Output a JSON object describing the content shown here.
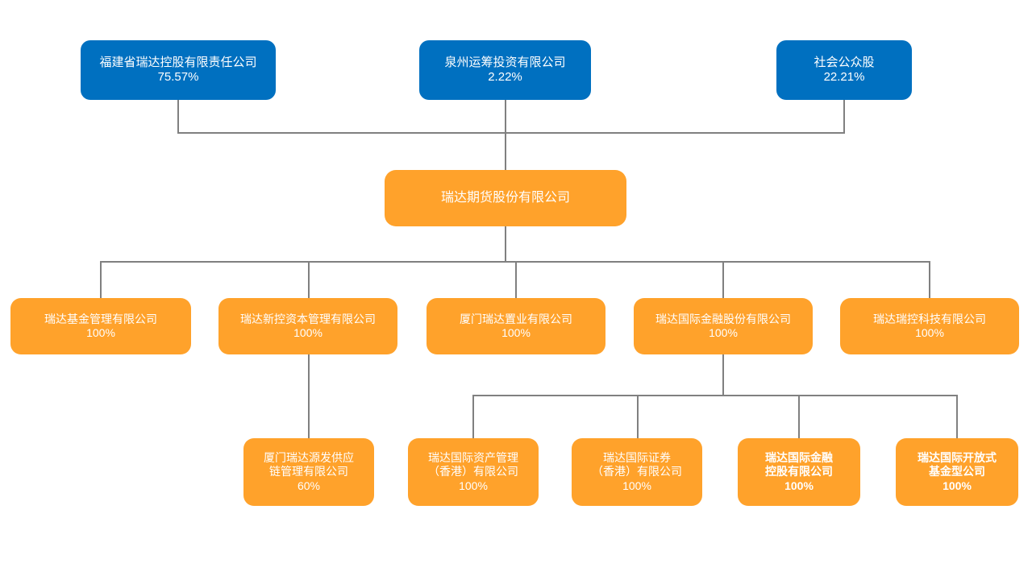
{
  "chart_data": {
    "type": "diagram",
    "title": "",
    "diagram_kind": "organization-ownership-chart",
    "colors": {
      "shareholder_fill": "#0070C0",
      "company_fill": "#FFA22B",
      "connector": "#808080",
      "text": "#FFFFFF",
      "background": "#FFFFFF"
    },
    "levels": [
      {
        "level": 1,
        "role": "shareholders",
        "nodes": [
          {
            "id": "sh1",
            "name": "福建省瑞达控股有限责任公司",
            "percent": "75.57%"
          },
          {
            "id": "sh2",
            "name": "泉州运筹投资有限公司",
            "percent": "2.22%"
          },
          {
            "id": "sh3",
            "name": "社会公众股",
            "percent": "22.21%"
          }
        ]
      },
      {
        "level": 2,
        "role": "parent-company",
        "nodes": [
          {
            "id": "root",
            "name": "瑞达期货股份有限公司",
            "percent": ""
          }
        ]
      },
      {
        "level": 3,
        "role": "subsidiaries",
        "nodes": [
          {
            "id": "s1",
            "name": "瑞达基金管理有限公司",
            "percent": "100%"
          },
          {
            "id": "s2",
            "name": "瑞达新控资本管理有限公司",
            "percent": "100%"
          },
          {
            "id": "s3",
            "name": "厦门瑞达置业有限公司",
            "percent": "100%"
          },
          {
            "id": "s4",
            "name": "瑞达国际金融股份有限公司",
            "percent": "100%"
          },
          {
            "id": "s5",
            "name": "瑞达瑞控科技有限公司",
            "percent": "100%"
          }
        ]
      },
      {
        "level": 4,
        "role": "sub-subsidiaries",
        "nodes": [
          {
            "id": "g1",
            "name": "厦门瑞达源发供应\n链管理有限公司",
            "percent": "60%",
            "parent": "s2"
          },
          {
            "id": "g2",
            "name": "瑞达国际资产管理\n（香港）有限公司",
            "percent": "100%",
            "parent": "s4"
          },
          {
            "id": "g3",
            "name": "瑞达国际证券\n（香港）有限公司",
            "percent": "100%",
            "parent": "s4"
          },
          {
            "id": "g4",
            "name": "瑞达国际金融\n控股有限公司",
            "percent": "100%",
            "parent": "s4"
          },
          {
            "id": "g5",
            "name": "瑞达国际开放式\n基金型公司",
            "percent": "100%",
            "parent": "s4"
          }
        ]
      }
    ]
  },
  "nodes": {
    "sh1": {
      "name": "福建省瑞达控股有限责任公司",
      "percent": "75.57%"
    },
    "sh2": {
      "name": "泉州运筹投资有限公司",
      "percent": "2.22%"
    },
    "sh3": {
      "name": "社会公众股",
      "percent": "22.21%"
    },
    "root": {
      "name": "瑞达期货股份有限公司",
      "percent": ""
    },
    "s1": {
      "name": "瑞达基金管理有限公司",
      "percent": "100%"
    },
    "s2": {
      "name": "瑞达新控资本管理有限公司",
      "percent": "100%"
    },
    "s3": {
      "name": "厦门瑞达置业有限公司",
      "percent": "100%"
    },
    "s4": {
      "name": "瑞达国际金融股份有限公司",
      "percent": "100%"
    },
    "s5": {
      "name": "瑞达瑞控科技有限公司",
      "percent": "100%"
    },
    "g1": {
      "name": "厦门瑞达源发供应\n链管理有限公司",
      "percent": "60%"
    },
    "g2": {
      "name": "瑞达国际资产管理\n（香港）有限公司",
      "percent": "100%"
    },
    "g3": {
      "name": "瑞达国际证券\n（香港）有限公司",
      "percent": "100%"
    },
    "g4": {
      "name": "瑞达国际金融\n控股有限公司",
      "percent": "100%"
    },
    "g5": {
      "name": "瑞达国际开放式\n基金型公司",
      "percent": "100%"
    }
  }
}
